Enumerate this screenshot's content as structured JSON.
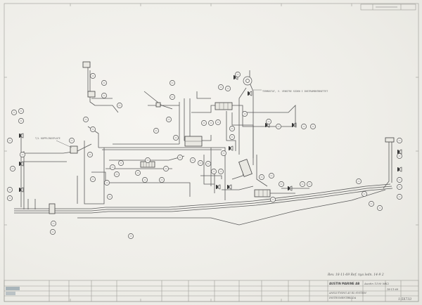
{
  "annotations": {
    "top_note": "TERMOSTAT, V. VENSTRE SIDEN I INSTRUMENTBRÆTTET",
    "left_note": "T/L KOPPLINGSPLATE"
  },
  "revision_note": "Rev. 18-11-69 Ref. nya ledn. 14-9 2",
  "title_block": {
    "company": "AUSTIN MARINE AB",
    "title_line1": "ANSLUTNING AV EL-SYSTEM",
    "title_line2": "INSTRUMENTBRÄDA",
    "model": "Austin 1100 MK2",
    "drawing_number": "1-5X733",
    "date": "18-11-69"
  },
  "colors": {
    "paper": "#f1f0ec",
    "ink": "#555555",
    "frame": "#9a9a94"
  }
}
